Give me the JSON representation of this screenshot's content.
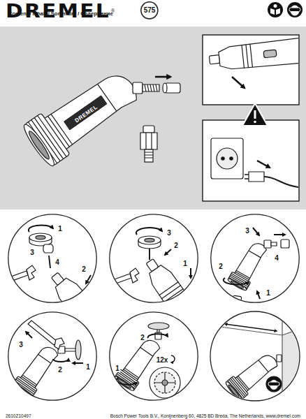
{
  "diagram": {
    "title": "DREMEL",
    "nodes": [
      {
        "text": [
          "575"
        ]
      },
      {
        "text": [
          "Content / Inhalt / Sommaire / Содержание"
        ]
      },
      {
        "text": [
          "1",
          "3",
          "4",
          "2"
        ]
      },
      {
        "text": [
          "3",
          "2",
          "1"
        ]
      },
      {
        "text": [
          "3",
          "2",
          "1",
          "4"
        ]
      },
      {
        "text": [
          "3",
          "2",
          "1"
        ]
      },
      {
        "text": [
          "2",
          "1",
          "12x"
        ]
      }
    ],
    "labels": [
      "®",
      "DREMEL",
      "2610Z10497",
      "Bosch Power Tools B.V., Konijnenberg 60, 4825 BD Breda, The Netherlands, www.dremel.com"
    ]
  }
}
